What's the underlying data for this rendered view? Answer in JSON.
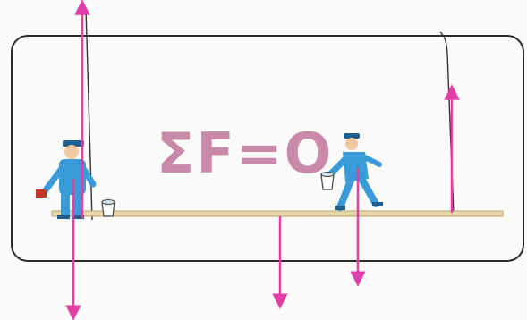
{
  "equation": {
    "text": "ΣF=O"
  },
  "colors": {
    "force_arrow": "#e23ea8",
    "equation": "#c98aa9",
    "frame": "#2a2a2a",
    "plank": "#e8d9a8",
    "worker_body": "#3a9bd9",
    "worker_dark": "#1f5e8c",
    "skin": "#f2c9a0"
  },
  "icons": {
    "left_painter": "painter-with-brush-icon",
    "right_painter": "painter-walking-with-bucket-icon",
    "bucket": "paint-bucket-icon"
  },
  "forces": [
    {
      "id": "left-rope-tension",
      "direction": "up"
    },
    {
      "id": "right-rope-tension",
      "direction": "up"
    },
    {
      "id": "left-painter-weight",
      "direction": "down"
    },
    {
      "id": "plank-weight",
      "direction": "down"
    },
    {
      "id": "right-painter-weight",
      "direction": "down"
    }
  ]
}
